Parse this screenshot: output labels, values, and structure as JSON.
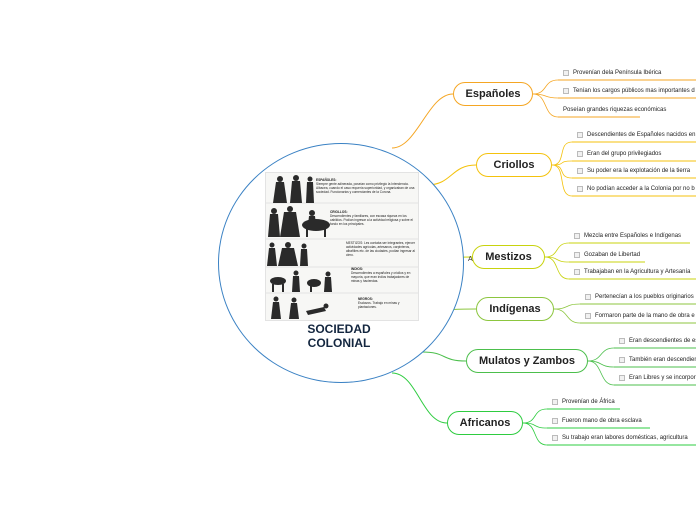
{
  "center": {
    "title_line1": "SOCIEDAD",
    "title_line2": "COLONIAL",
    "illustration": {
      "p1": "ESPAÑOLES:",
      "p2": "Siempre gente adinerada, poseían como privilegio la Intendencia. Albacea, cuando el caso requería superioridad, y organizaban de una sociedad. Funcionarios y comerciantes de la Corona.",
      "p3": "CRIOLLOS:",
      "p4": "Descendientes y familiares, con escasa riqueza en los cabildos. Podían ingresar a la actividad religiosa y sobre el fondo en los principales.",
      "p5": "MESTIZOS: Les contaba ser integrantes, ejercer actividades agrícolas, artesanos, carpinteros, albañiles etc. de las ciudades, podían ingresar al clero.",
      "p6": "INDIOS:",
      "p7": "Descendientes a españoles y criollos y en mayoría, que eran indios trabajadores de minas y haciendas.",
      "p8": "NEGROS:",
      "p9": "Esclavos. Trabajo en minas y plantaciones."
    }
  },
  "connector_label": "AB",
  "branches": [
    {
      "label": "Españoles",
      "color": "#f5a623",
      "items": [
        {
          "text": "Provenían dela Península Ibérica",
          "checkbox": true
        },
        {
          "text": "Tenían los cargos públicos mas importantes d",
          "checkbox": true
        },
        {
          "text": "Poseían grandes riquezas económicas",
          "checkbox": false
        }
      ]
    },
    {
      "label": "Criollos",
      "color": "#f4c20d",
      "items": [
        {
          "text": "Descendientes de Españoles nacidos en A",
          "checkbox": true
        },
        {
          "text": "Eran del grupo privilegiados",
          "checkbox": true
        },
        {
          "text": "Su poder era la explotación de la tierra",
          "checkbox": true
        },
        {
          "text": "No podían acceder a la Colonia por no b",
          "checkbox": true
        }
      ]
    },
    {
      "label": "Mestizos",
      "color": "#c8d30e",
      "items": [
        {
          "text": "Mezcla entre Españoles e Indígenas",
          "checkbox": true
        },
        {
          "text": "Gozaban de Libertad",
          "checkbox": true
        },
        {
          "text": "Trabajaban en la Agricultura y Artesanía",
          "checkbox": true
        }
      ]
    },
    {
      "label": "Indígenas",
      "color": "#8cc63f",
      "items": [
        {
          "text": "Pertenecían a los pueblos originarios",
          "checkbox": true
        },
        {
          "text": "Formaron parte de la mano de obra e",
          "checkbox": true
        }
      ]
    },
    {
      "label": "Mulatos y Zambos",
      "color": "#4cbf4c",
      "items": [
        {
          "text": "Eran descendientes de es",
          "checkbox": true
        },
        {
          "text": "También eran descendien",
          "checkbox": true
        },
        {
          "text": "Eran Libres y se incorpor",
          "checkbox": true
        }
      ]
    },
    {
      "label": "Africanos",
      "color": "#2ecc40",
      "items": [
        {
          "text": "Provenían de África",
          "checkbox": true
        },
        {
          "text": "Fueron mano de obra esclava",
          "checkbox": true
        },
        {
          "text": "Su trabajo eran labores domésticas, agricultura",
          "checkbox": true
        }
      ]
    }
  ]
}
